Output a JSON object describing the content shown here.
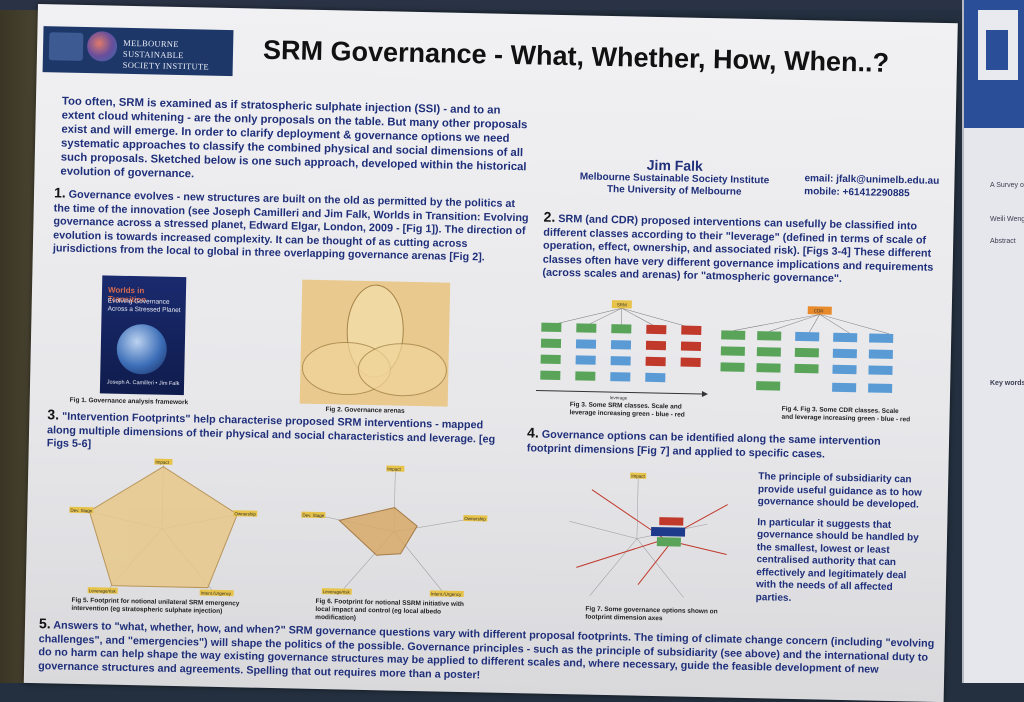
{
  "logo": {
    "line1": "MELBOURNE SUSTAINABLE",
    "line2": "SOCIETY INSTITUTE"
  },
  "title": "SRM Governance - What, Whether, How, When..?",
  "intro": "Too often, SRM is examined as if stratospheric sulphate injection (SSI) - and to an extent cloud whitening - are the only proposals on the table. But many other proposals exist and will emerge. In order to clarify deployment & governance options we need systematic approaches to classify the combined physical and social dimensions of all such proposals. Sketched below is one such approach, developed within the historical evolution of governance.",
  "author": {
    "name": "Jim Falk",
    "institute": "Melbourne Sustainable Society Institute",
    "university": "The University of Melbourne"
  },
  "contact": {
    "email": "email: jfalk@unimelb.edu.au",
    "mobile": "mobile: +61412290885"
  },
  "section1": {
    "num": "1.",
    "text": "Governance evolves - new structures are built on the old as permitted by the politics at the time of the innovation (see Joseph Camilleri and Jim Falk, Worlds in Transition: Evolving governance across a stressed planet, Edward Elgar, London, 2009 - [Fig 1]). The direction of evolution is towards increased complexity. It can be thought of as cutting across jurisdictions from the local to global in three overlapping governance arenas [Fig 2]."
  },
  "section2": {
    "num": "2.",
    "text": "SRM (and CDR) proposed interventions can usefully be classified into different classes according to their \"leverage\" (defined in terms of scale of operation, effect, ownership, and associated risk). [Figs 3-4] These different classes often have very different governance implications and requirements (across scales and arenas) for \"atmospheric governance\"."
  },
  "section3": {
    "num": "3.",
    "text": "\"Intervention Footprints\" help characterise proposed SRM interventions - mapped along multiple dimensions of their physical and social characteristics and leverage. [eg Figs 5-6]"
  },
  "section4": {
    "num": "4.",
    "text": "Governance options can be identified along the same intervention footprint dimensions [Fig 7] and applied to specific cases."
  },
  "section5": {
    "num": "5.",
    "text": "Answers to \"what, whether, how, and when?\" SRM governance questions vary with different proposal footprints. The timing of climate change concern (including \"evolving challenges\", and \"emergencies\") will shape the politics of the possible. Governance principles - such as the principle of subsidiarity (see above) and the international duty to do no harm can help shape the way existing governance structures may be applied to different scales and, where necessary, guide the feasible development of new governance structures and agreements. Spelling that out requires more than a poster!"
  },
  "subsidiarity": {
    "p1": "The principle of subsidiarity can provide useful guidance as to how governance should be developed.",
    "p2": "In particular it suggests that governance should be handled by the smallest, lowest or least centralised authority that can effectively and legitimately deal with the needs of all affected parties."
  },
  "book": {
    "title": "Worlds in Transition",
    "subtitle": "Evolving Governance Across a Stressed Planet",
    "authors": "Joseph A. Camilleri • Jim Falk"
  },
  "captions": {
    "fig1": "Fig 1. Governance analysis framework",
    "fig2": "Fig 2. Governance arenas",
    "fig3": "Fig 3. Some SRM classes. Scale and leverage increasing green - blue - red",
    "fig4": "Fig 4. Fig 3. Some CDR classes. Scale and leverage increasing green - blue - red",
    "fig5": "Fig 5. Footprint for notional unilateral SRM emergency intervention (eg stratospheric sulphate injection)",
    "fig6": "Fig 6. Footprint for notional SSRM initiative with local impact and control (eg local albedo modification)",
    "fig7": "Fig 7. Some governance options shown on footprint dimension axes"
  },
  "radar_labels": {
    "top": "Impact",
    "left": "Dev. Stage",
    "right": "Ownership",
    "bottom_left": "Leverage/risk",
    "bottom_right": "Intent./Urgency"
  },
  "tree_labels": {
    "srm": "SRM",
    "cdr": "CDR",
    "axis": "leverage"
  },
  "right_poster": {
    "l1": "A Survey of",
    "l2": "Weili Weng",
    "l3": "Abstract",
    "l4": "Key words"
  },
  "colors": {
    "text_blue": "#1f2f7a",
    "green_box": "#5aa45a",
    "blue_box": "#5b9bd5",
    "red_box": "#c0392b",
    "radar_fill": "#e8c88a",
    "highlight": "#e7c34a"
  }
}
